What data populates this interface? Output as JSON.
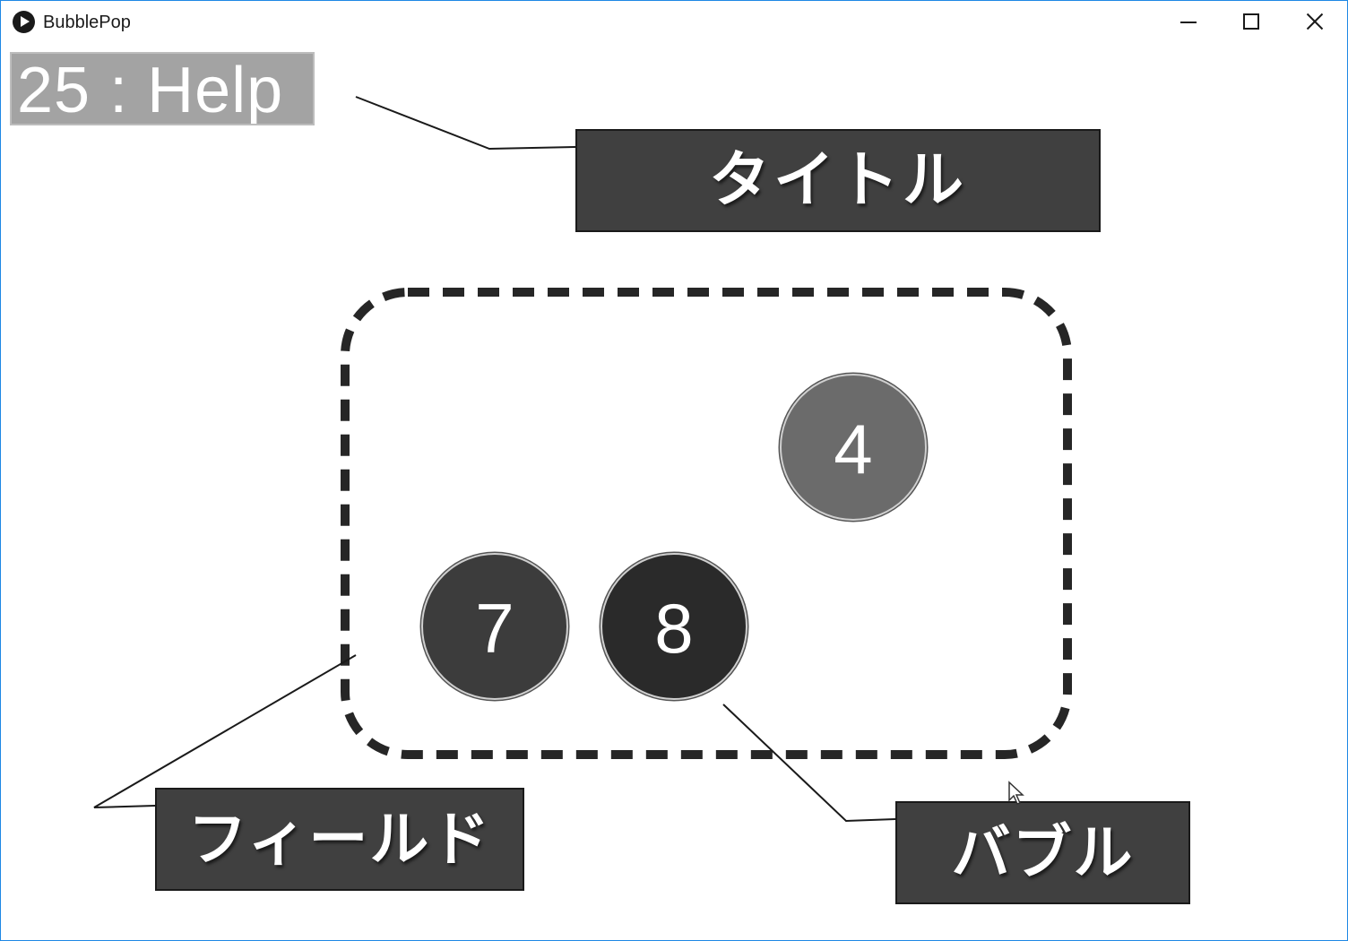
{
  "window": {
    "app_title": "BubblePop",
    "icons": {
      "app": "play-circle-icon",
      "minimize": "minimize-icon",
      "maximize": "maximize-icon",
      "close": "close-icon"
    }
  },
  "game": {
    "title": "25 : Help",
    "bubbles": [
      {
        "number": "4",
        "color": "#6b6b6b"
      },
      {
        "number": "7",
        "color": "#3c3c3c"
      },
      {
        "number": "8",
        "color": "#2a2a2a"
      }
    ]
  },
  "annotations": {
    "title_label": "タイトル",
    "field_label": "フィールド",
    "bubble_label": "バブル"
  },
  "colors": {
    "label_background": "#404040",
    "field_border": "#262626",
    "title_background": "#a3a3a3",
    "window_border": "#1e88e5"
  }
}
